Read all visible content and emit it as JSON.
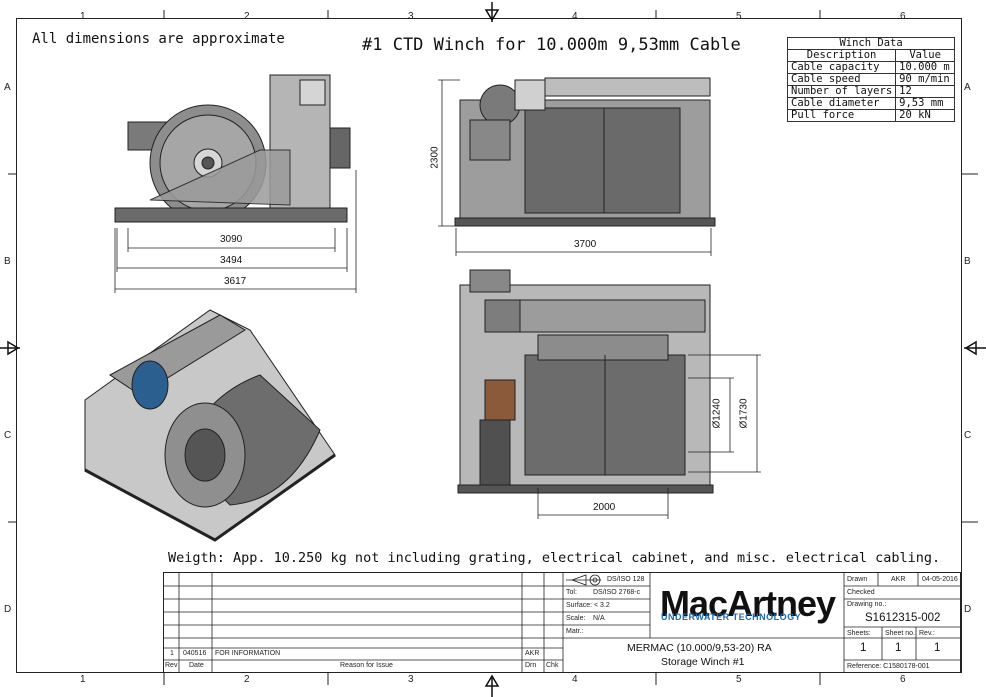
{
  "header": {
    "note": "All dimensions are approximate",
    "title": "#1 CTD Winch for 10.000m 9,53mm Cable"
  },
  "zones": {
    "cols": [
      "1",
      "2",
      "3",
      "4",
      "5",
      "6"
    ],
    "rows": [
      "A",
      "B",
      "C",
      "D"
    ]
  },
  "winch_data": {
    "title": "Winch Data",
    "col_description": "Description",
    "col_value": "Value",
    "rows": [
      {
        "desc": "Cable capacity",
        "value": "10.000 m"
      },
      {
        "desc": "Cable speed",
        "value": "90 m/min"
      },
      {
        "desc": "Number of layers",
        "value": "12"
      },
      {
        "desc": "Cable diameter",
        "value": "9,53 mm"
      },
      {
        "desc": "Pull force",
        "value": "20 kN"
      }
    ]
  },
  "dimensions": {
    "side_3090": "3090",
    "side_3494": "3494",
    "side_3617": "3617",
    "front_height": "2300",
    "front_width": "3700",
    "top_length": "2000",
    "drum_1240": "Ø1240",
    "drum_1730": "Ø1730"
  },
  "weight_note": "Weigth: App. 10.250 kg not including grating, electrical cabinet, and misc. electrical cabling.",
  "title_block": {
    "standard1": "DS/ISO 128",
    "tol_label": "Tol:",
    "tol_value": "DS/ISO 2768-c",
    "surface": "Surface: < 3.2",
    "scale_label": "Scale:",
    "scale_value": "N/A",
    "matr": "Matr.:",
    "rev_no": "1",
    "rev_date": "040516",
    "rev_reason": "FOR INFORMATION",
    "rev_by": "AKR",
    "hdr_rev": "Rev",
    "hdr_date": "Date",
    "hdr_reason": "Reason for Issue",
    "hdr_drn": "Drn",
    "hdr_chk": "Chk",
    "logo": "MacArtney",
    "tagline": "UNDERWATER TECHNOLOGY",
    "desc_line1": "MERMAC (10.000/9,53-20) RA",
    "desc_line2": "Storage Winch #1",
    "drawn_label": "Drawn",
    "drawn_by": "AKR",
    "drawn_date": "04-05-2016",
    "checked_label": "Checked",
    "drawing_no_label": "Drawing no.:",
    "drawing_no": "S1612315-002",
    "sheets_label": "Sheets:",
    "sheetno_label": "Sheet no.:",
    "rev_label": "Rev.:",
    "sheets": "1",
    "sheet_no": "1",
    "rev": "1",
    "reference": "Reference: C1580178-001"
  }
}
